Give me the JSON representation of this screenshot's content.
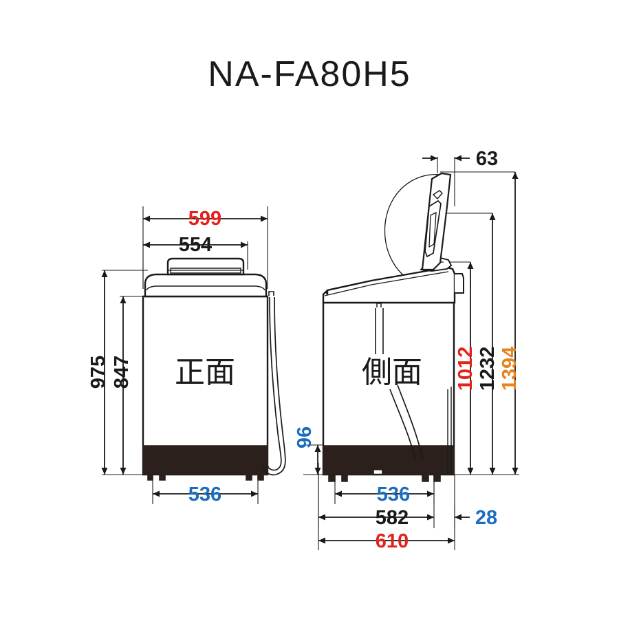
{
  "page": {
    "title": "NA-FA80H5",
    "background_color": "#ffffff"
  },
  "colors": {
    "red": "#e3221c",
    "black": "#1a1a1a",
    "blue": "#1a6ec0",
    "orange": "#e8821e",
    "base_dark": "#2b201b",
    "line": "#1a1a1a"
  },
  "views": {
    "front": {
      "label": "正面",
      "dimensions": {
        "width_outer": "599",
        "width_body": "554",
        "height_total": "975",
        "height_body": "847",
        "base_width": "536"
      }
    },
    "side": {
      "label": "側面",
      "dimensions": {
        "lid_offset": "63",
        "height_top": "1012",
        "height_lid_mid": "1232",
        "height_lid_open": "1394",
        "base_height": "96",
        "base_depth": "536",
        "body_depth": "582",
        "total_depth": "610",
        "rear_offset": "28"
      }
    }
  },
  "dimension_labels": [
    {
      "id": "front-599",
      "value": "599",
      "color": "#e3221c"
    },
    {
      "id": "front-554",
      "value": "554",
      "color": "#1a1a1a"
    },
    {
      "id": "front-975",
      "value": "975",
      "color": "#1a1a1a"
    },
    {
      "id": "front-847",
      "value": "847",
      "color": "#1a1a1a"
    },
    {
      "id": "front-536",
      "value": "536",
      "color": "#1a6ec0"
    },
    {
      "id": "side-63",
      "value": "63",
      "color": "#1a1a1a"
    },
    {
      "id": "side-1012",
      "value": "1012",
      "color": "#e3221c"
    },
    {
      "id": "side-1232",
      "value": "1232",
      "color": "#1a1a1a"
    },
    {
      "id": "side-1394",
      "value": "1394",
      "color": "#e8821e"
    },
    {
      "id": "side-96",
      "value": "96",
      "color": "#1a6ec0"
    },
    {
      "id": "side-536",
      "value": "536",
      "color": "#1a6ec0"
    },
    {
      "id": "side-582",
      "value": "582",
      "color": "#1a1a1a"
    },
    {
      "id": "side-610",
      "value": "610",
      "color": "#e3221c"
    },
    {
      "id": "side-28",
      "value": "28",
      "color": "#1a6ec0"
    }
  ]
}
